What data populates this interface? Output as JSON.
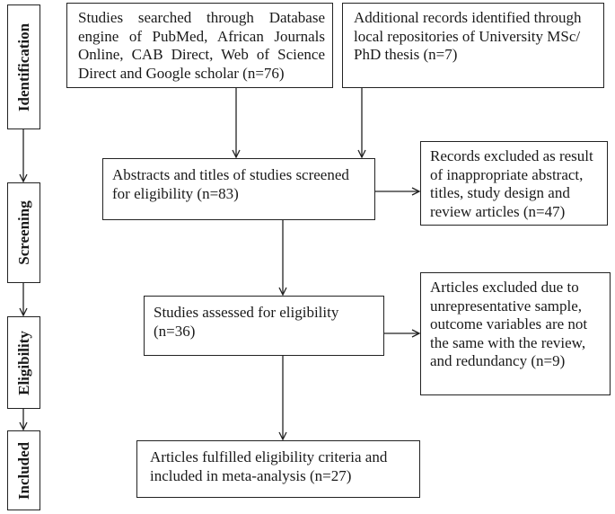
{
  "stages": {
    "identification": "Identification",
    "screening": "Screening",
    "eligibility": "Eligibility",
    "included": "Included"
  },
  "boxes": {
    "database_search": "Studies searched through Database engine of PubMed, African Journals Online, CAB Direct, Web of Science Direct and Google scholar (n=76)",
    "additional_records": "Additional records identified through local repositories of University MSc/ PhD thesis (n=7)",
    "screened": "Abstracts and titles of studies screened for eligibility (n=83)",
    "excluded_screening": "Records excluded as result of inappropriate abstract, titles, study design and review articles (n=47)",
    "assessed": "Studies assessed for eligibility (n=36)",
    "excluded_eligibility": "Articles excluded due to unrepresentative sample, outcome variables are not the same with the review, and redundancy (n=9)",
    "included": "Articles fulfilled eligibility criteria and included in meta-analysis (n=27)"
  }
}
